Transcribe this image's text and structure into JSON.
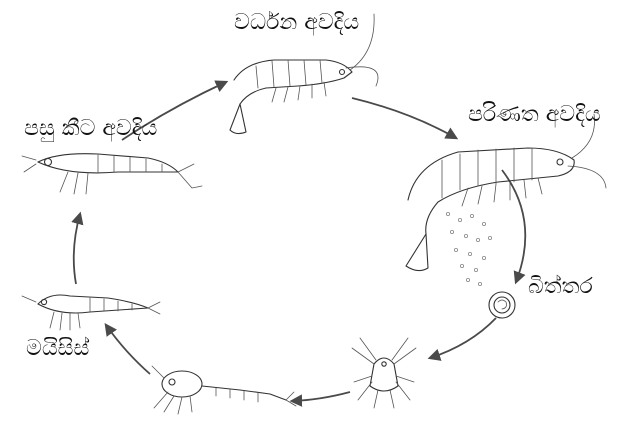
{
  "stages": {
    "growth": "වර්ධන අවදිය",
    "adult": "පරිණත අවදිය",
    "eggs": "බිත්තර",
    "mysis": "මයිසිස්",
    "postlarva": "පසු කීට අවදිය"
  },
  "icons": {
    "growth": "growing-shrimp-icon",
    "adult": "adult-shrimp-icon",
    "eggs": "egg-icon",
    "nauplius": "nauplius-larva-icon",
    "zoea": "zoea-larva-icon",
    "mysis": "mysis-larva-icon",
    "postlarva": "postlarva-shrimp-icon"
  },
  "colors": {
    "ink": "#333333",
    "arrow": "#4a4a4a",
    "background": "#ffffff"
  }
}
